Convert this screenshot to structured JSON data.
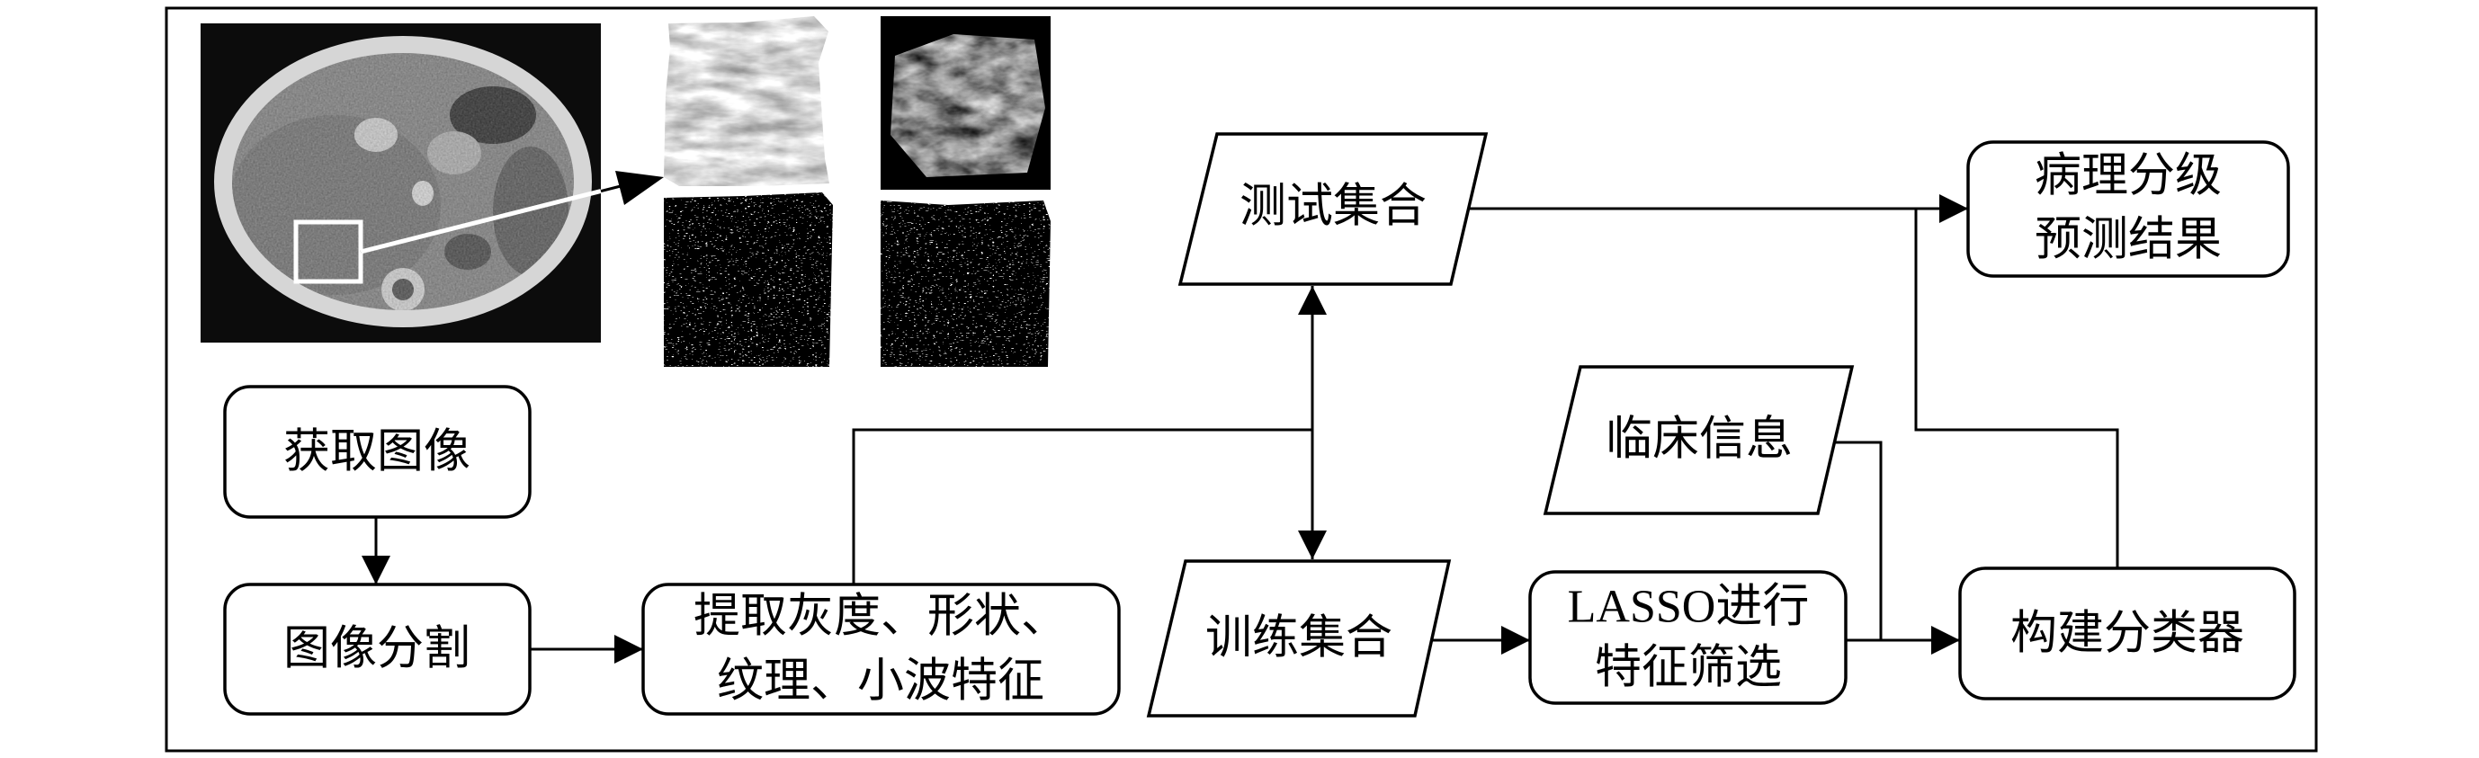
{
  "colors": {
    "stroke": "#000000",
    "background": "#ffffff"
  },
  "nodes": {
    "get_image": {
      "lines": [
        "获取图像"
      ]
    },
    "segment_image": {
      "lines": [
        "图像分割"
      ]
    },
    "extract_features": {
      "lines": [
        "提取灰度、形状、",
        "纹理、小波特征"
      ]
    },
    "test_set": {
      "lines": [
        "测试集合"
      ]
    },
    "train_set": {
      "lines": [
        "训练集合"
      ]
    },
    "clinical_info": {
      "lines": [
        "临床信息"
      ]
    },
    "lasso": {
      "lines": [
        "LASSO进行",
        "特征筛选"
      ]
    },
    "build_classifier": {
      "lines": [
        "构建分类器"
      ]
    },
    "prediction": {
      "lines": [
        "病理分级",
        "预测结果"
      ]
    }
  }
}
